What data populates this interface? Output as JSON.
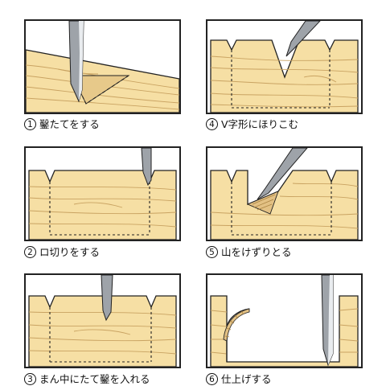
{
  "colors": {
    "wood": "#f6dfa4",
    "grain": "#c9a362",
    "outline": "#222222",
    "chisel": "#9ea3a9",
    "chisel_edge": "#e9ecef"
  },
  "steps": [
    {
      "num": "1",
      "label": "鑿たてをする"
    },
    {
      "num": "4",
      "label": "V字形にほりこむ"
    },
    {
      "num": "2",
      "label": "ロ切りをする"
    },
    {
      "num": "5",
      "label": "山をけずりとる"
    },
    {
      "num": "3",
      "label": "まん中にたて鑿を入れる"
    },
    {
      "num": "6",
      "label": "仕上げする"
    }
  ]
}
